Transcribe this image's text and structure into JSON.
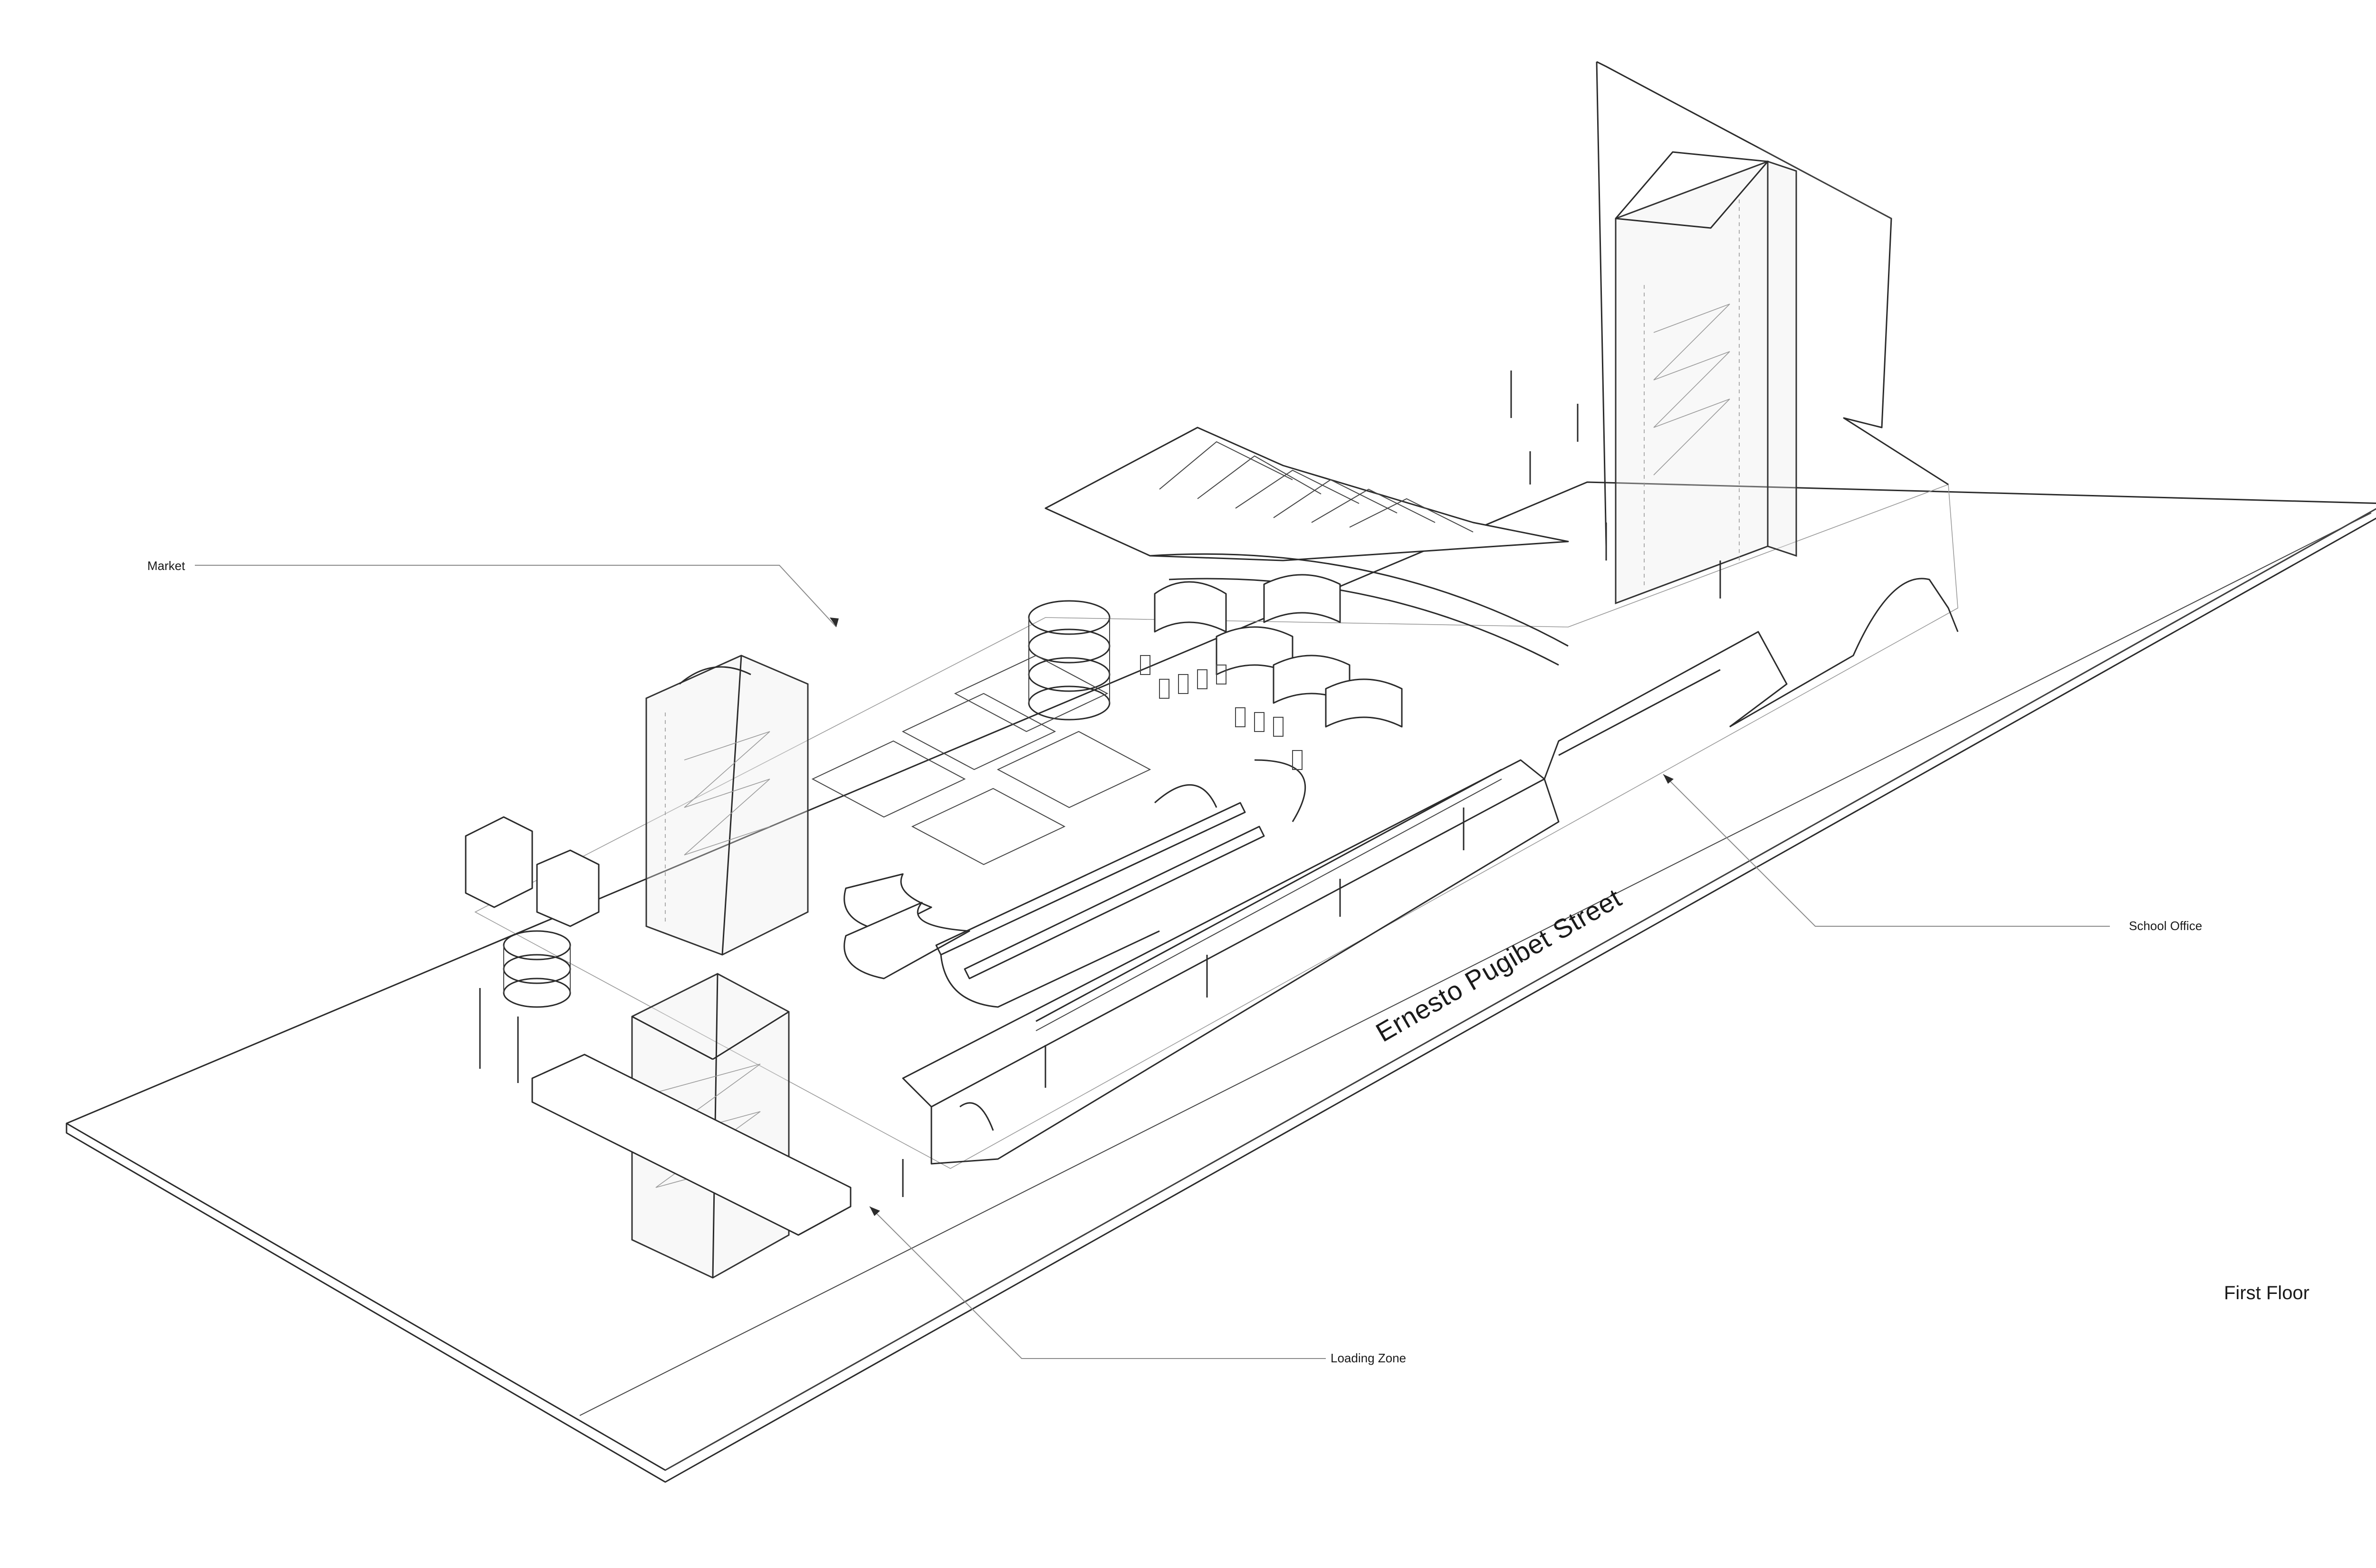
{
  "labels": {
    "market": "Market",
    "school_office": "School Office",
    "loading_zone": "Loading Zone",
    "street": "Ernesto Pugibet Street",
    "floor": "First Floor"
  },
  "colors": {
    "line": "#2b2b2b",
    "faint": "#9a9a9a",
    "background": "#ffffff"
  }
}
